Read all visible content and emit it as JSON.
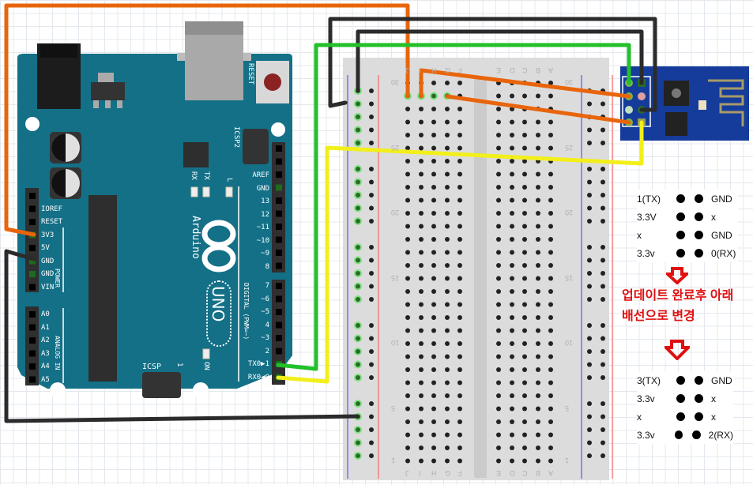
{
  "arduino": {
    "board_name": "Arduino",
    "model": "UNO",
    "reset_label": "RESET",
    "icsp2_label": "ICSP2",
    "icsp_label": "ICSP",
    "icsp_pin1": "1",
    "rx_led": "RX",
    "tx_led": "TX",
    "l_led": "L",
    "on_led": "ON",
    "power_header_label": "POWER",
    "analog_header_label": "ANALOG IN",
    "digital_header_label": "DIGITAL (PWM=~)",
    "power_pins": [
      "",
      "IOREF",
      "RESET",
      "3V3",
      "5V",
      "GND",
      "GND",
      "VIN"
    ],
    "analog_pins": [
      "A0",
      "A1",
      "A2",
      "A3",
      "A4",
      "A5"
    ],
    "digital_top_pins": [
      "",
      "",
      "AREF",
      "GND",
      "13",
      "12",
      "~11",
      "~10",
      "~9",
      "8"
    ],
    "digital_bottom_pins": [
      "7",
      "~6",
      "~5",
      "4",
      "~3",
      "2",
      "TX0▶1",
      "RX0◀0"
    ]
  },
  "breadboard": {
    "row_labels": [
      "30",
      "25",
      "20",
      "15",
      "10",
      "5",
      "1"
    ],
    "left_columns": [
      "J",
      "I",
      "H",
      "G",
      "F"
    ],
    "right_columns": [
      "E",
      "D",
      "C",
      "B",
      "A"
    ]
  },
  "wires": [
    {
      "name": "orange-3v3-wire",
      "color": "#e8650c"
    },
    {
      "name": "black-gnd-wire",
      "color": "#2b2b2b"
    },
    {
      "name": "green-tx-wire",
      "color": "#22c02a"
    },
    {
      "name": "yellow-rx-wire",
      "color": "#f2ef1a"
    }
  ],
  "pinout_before": {
    "rows": [
      {
        "left": "1(TX)",
        "right": "GND"
      },
      {
        "left": "3.3V",
        "right": "x"
      },
      {
        "left": "x",
        "right": "GND"
      },
      {
        "left": "3.3v",
        "right": "0(RX)"
      }
    ]
  },
  "note": {
    "line1": "업데이트 완료후 아래",
    "line2": "배선으로 변경",
    "color": "#e01010"
  },
  "pinout_after": {
    "rows": [
      {
        "left": "3(TX)",
        "right": "GND"
      },
      {
        "left": "3.3v",
        "right": "x"
      },
      {
        "left": "x",
        "right": "x"
      },
      {
        "left": "3.3v",
        "right": "2(RX)"
      }
    ]
  }
}
